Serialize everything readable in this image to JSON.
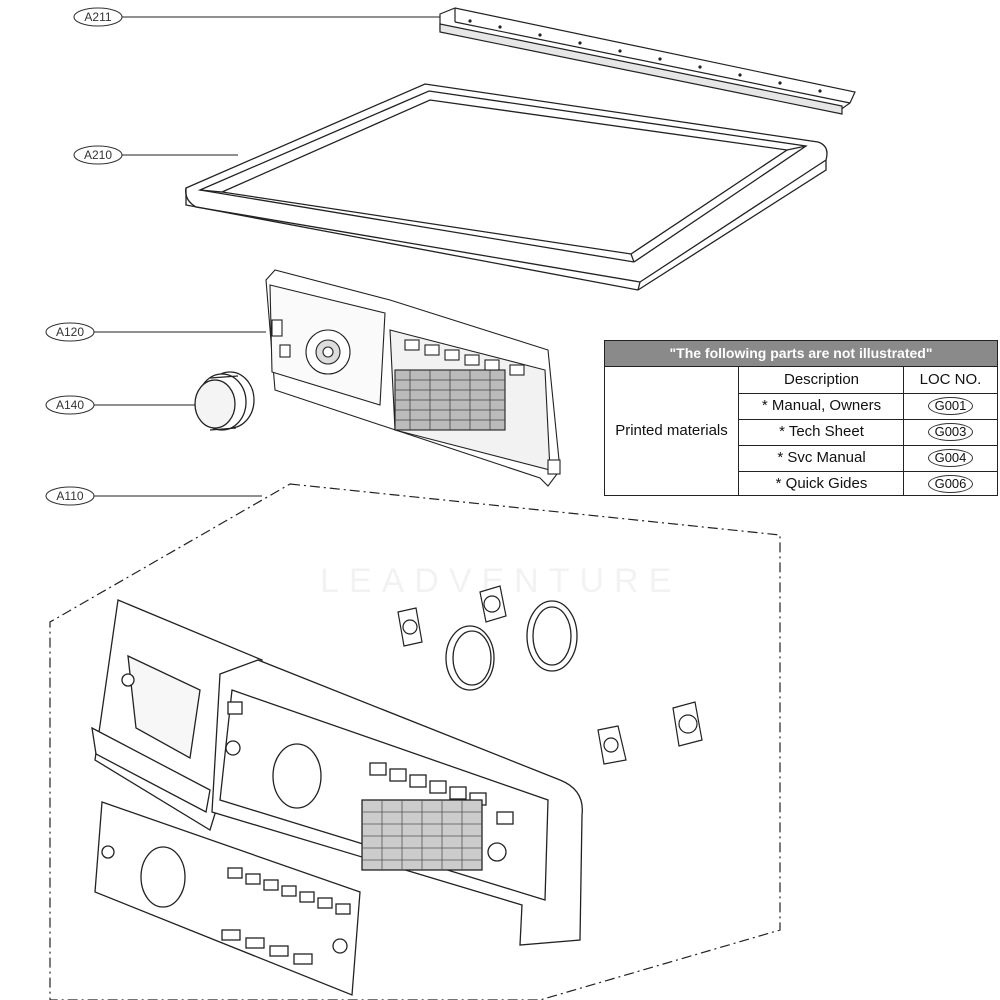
{
  "callouts": [
    {
      "id": "a211",
      "label": "A211"
    },
    {
      "id": "a210",
      "label": "A210"
    },
    {
      "id": "a120",
      "label": "A120"
    },
    {
      "id": "a140",
      "label": "A140"
    },
    {
      "id": "a110",
      "label": "A110"
    }
  ],
  "watermark": "LEADVENTURE",
  "parts_table": {
    "title": "\"The following parts are not illustrated\"",
    "group": "Printed materials",
    "header": {
      "description": "Description",
      "loc_no": "LOC NO."
    },
    "rows": [
      {
        "description": "* Manual, Owners",
        "loc": "G001"
      },
      {
        "description": "* Tech Sheet",
        "loc": "G003"
      },
      {
        "description": "* Svc Manual",
        "loc": "G004"
      },
      {
        "description": "* Quick Gides",
        "loc": "G006"
      }
    ]
  },
  "colors": {
    "line": "#222222",
    "table_title_bg": "#8a8a8a"
  }
}
